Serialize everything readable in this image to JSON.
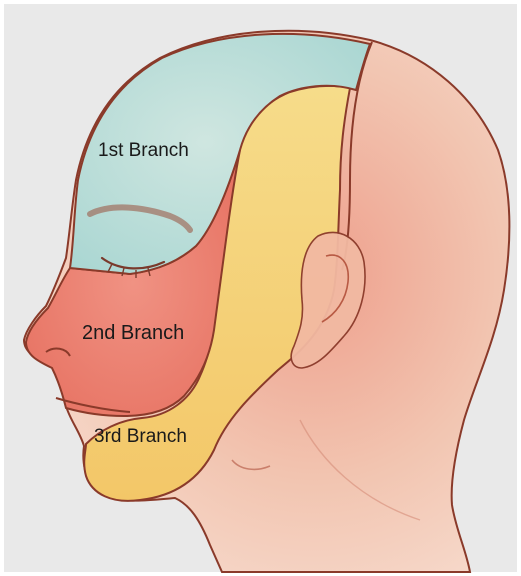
{
  "diagram": {
    "labels": {
      "branch_1": "1st Branch",
      "branch_2": "2nd Branch",
      "branch_3": "3rd Branch"
    },
    "colors": {
      "background": "#e9e9e9",
      "skin": "#f1c7b2",
      "branch_1_region": "#b9ddd8",
      "branch_2_region": "#ec7e6c",
      "branch_3_region": "#f4d27a",
      "outline": "#8a3a2a"
    }
  }
}
